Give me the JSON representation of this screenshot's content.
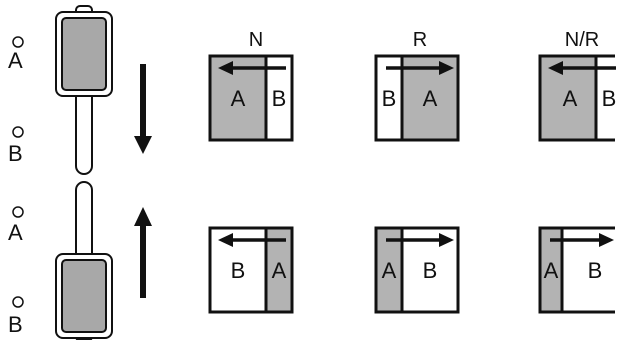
{
  "colors": {
    "stroke": "#111111",
    "shaded": "#b3b3b3",
    "unshaded": "#ffffff",
    "lever": "#a8a8a8"
  },
  "labels": {
    "top_a": "A",
    "top_b": "B",
    "bottom_a": "A",
    "bottom_b": "B"
  },
  "columns": {
    "n": "N",
    "r": "R",
    "nr": "N/R"
  },
  "top_row": {
    "n": {
      "left": "A",
      "right": "B",
      "arrow": "left",
      "shaded": "left"
    },
    "r": {
      "left": "B",
      "right": "A",
      "arrow": "right",
      "shaded": "right"
    },
    "nr": {
      "left": "A",
      "right": "B",
      "arrow": "left",
      "shaded": "left"
    }
  },
  "bottom_row": {
    "n": {
      "left": "B",
      "right": "A",
      "arrow": "left",
      "shaded": "right"
    },
    "r": {
      "left": "A",
      "right": "B",
      "arrow": "right",
      "shaded": "left"
    },
    "nr": {
      "left": "A",
      "right": "B",
      "arrow": "right",
      "shaded": "left"
    }
  },
  "icons": {
    "down": "arrow-down-icon",
    "up": "arrow-up-icon",
    "circle": "circle-icon"
  }
}
